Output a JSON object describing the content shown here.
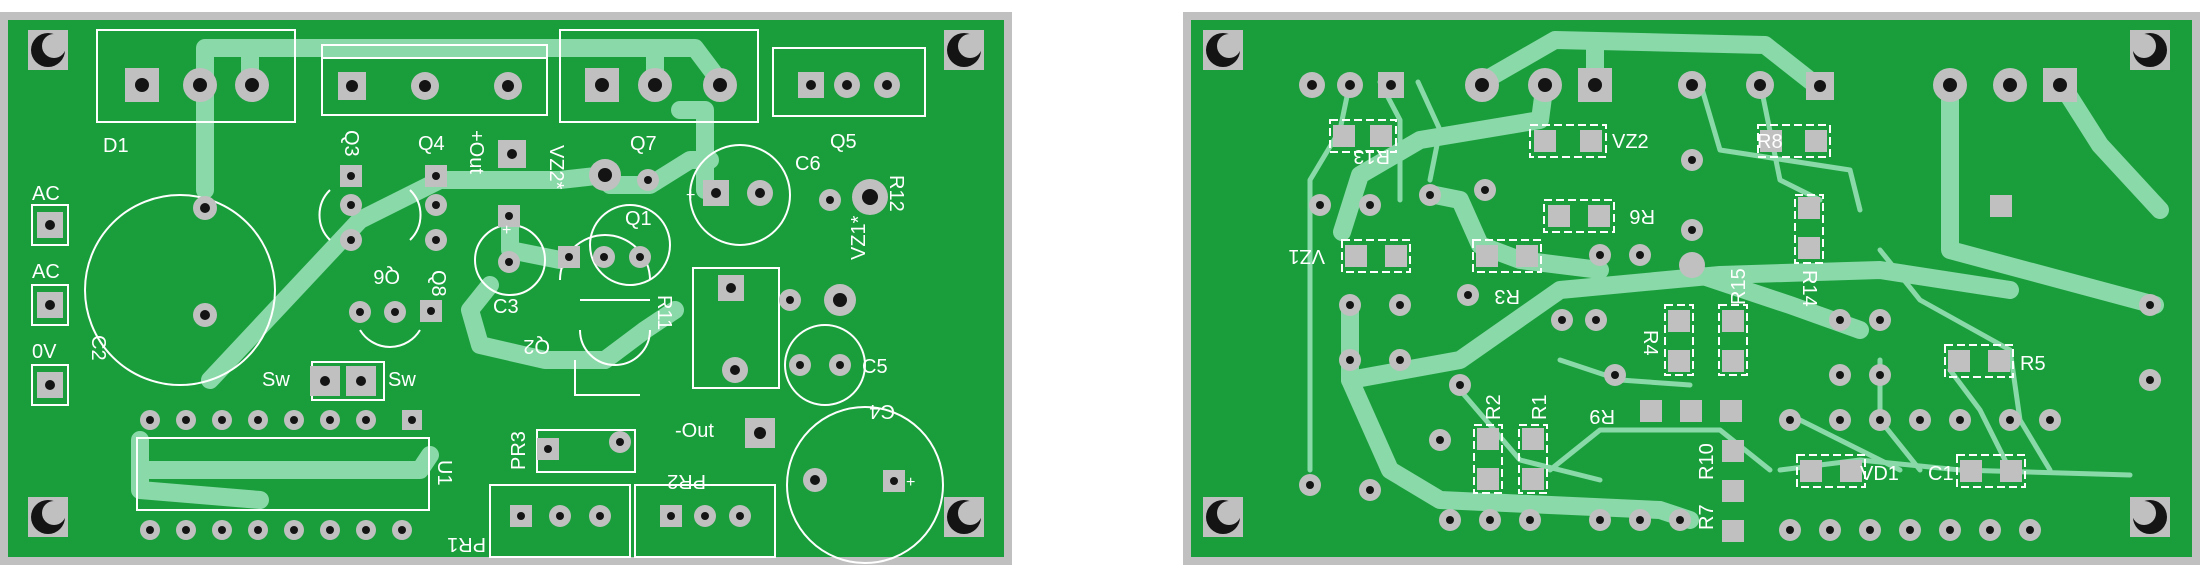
{
  "colors": {
    "board": "#1a9e3c",
    "board_border": "#c0c0c0",
    "trace": "#8ad9a8",
    "silk": "#ffffff",
    "pad": "#c0c0c0",
    "hole": "#141414"
  },
  "top_layer": {
    "labels": {
      "d1": "D1",
      "q3": "Q3",
      "q4": "Q4",
      "q7": "Q7",
      "q5": "Q5",
      "out_pos": "+Out",
      "vz2": "VZ2*",
      "c6": "C6",
      "r12": "R12",
      "q1": "Q1",
      "ac1": "AC",
      "ac2": "AC",
      "zero_v": "0V",
      "c2": "C2",
      "q6": "Q6",
      "q8": "Q8",
      "c3": "C3",
      "r11": "R11",
      "vz1": "VZ1*",
      "q2": "Q2",
      "c5": "C5",
      "sw1": "Sw",
      "sw2": "Sw",
      "c4": "C4",
      "pr3": "PR3",
      "out_neg": "-Out",
      "pr2": "PR2",
      "u1": "U1",
      "pr1": "PR1",
      "plus_c6": "+",
      "plus_c3": "+",
      "plus_c4": "+"
    }
  },
  "bottom_layer": {
    "labels": {
      "r13": "R13",
      "vz2": "VZ2",
      "r8": "R8",
      "r6": "R6",
      "vz1": "VZ1",
      "r3": "R3",
      "r15": "R15",
      "r14": "R14",
      "r4": "R4",
      "r5": "R5",
      "r2": "R2",
      "r1": "R1",
      "r9": "R9",
      "r10": "R10",
      "r7": "R7",
      "vd1": "VD1",
      "c1": "C1"
    }
  }
}
